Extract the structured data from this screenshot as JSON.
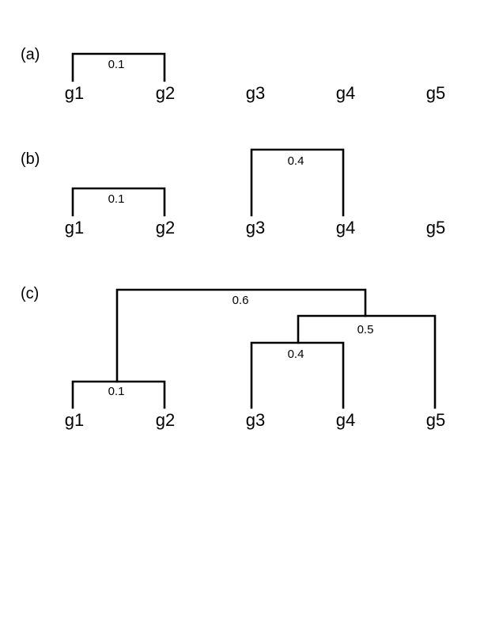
{
  "panels": [
    {
      "label": "(a)",
      "leaves": [
        "g1",
        "g2",
        "g3",
        "g4",
        "g5"
      ],
      "merges": [
        {
          "left": "g1",
          "right": "g2",
          "height": "0.1"
        }
      ]
    },
    {
      "label": "(b)",
      "leaves": [
        "g1",
        "g2",
        "g3",
        "g4",
        "g5"
      ],
      "merges": [
        {
          "left": "g1",
          "right": "g2",
          "height": "0.1"
        },
        {
          "left": "g3",
          "right": "g4",
          "height": "0.4"
        }
      ]
    },
    {
      "label": "(c)",
      "leaves": [
        "g1",
        "g2",
        "g3",
        "g4",
        "g5"
      ],
      "merges": [
        {
          "left": "g1",
          "right": "g2",
          "height": "0.1"
        },
        {
          "left": "g3",
          "right": "g4",
          "height": "0.4"
        },
        {
          "left": "g3-g4",
          "right": "g5",
          "height": "0.5"
        },
        {
          "left": "g1-g2",
          "right": "g3-g5",
          "height": "0.6"
        }
      ]
    }
  ]
}
